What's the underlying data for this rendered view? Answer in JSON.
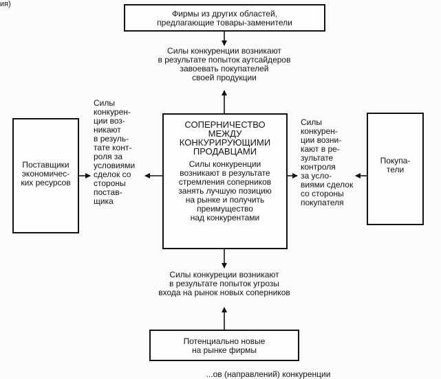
{
  "top_partial": "ия)",
  "nodes": {
    "top": "Фирмы из других областей,\nпредлагающие товары-заменители",
    "left": "Поставщики\nэкономичес-\nких ресурсов",
    "right": "Покупа-\nтели",
    "bottom": "Потенциально новые\nна рынке фирмы",
    "center_title": "СОПЕРНИЧЕСТВО\nМЕЖДУ\nКОНКУРИРУЮЩИМИ\nПРОДАВЦАМИ",
    "center_body": "Силы конкуренции\nвозникают в результате\nстремления соперников\nзанять лучшую позицию\nна рынке и получить\nпреимущество\nнад конкурентами"
  },
  "forces": {
    "top": "Силы конкуренции возникают\nв результате попыток аутсайдеров\nзавоевать покупателей\nсвоей продукции",
    "left": "Силы\nконкурен-\nции воз-\nникают\nв резуль-\nтате конт-\nроля за\nусловиями\nсделок со\nстороны\nпостав-\nщика",
    "right": "Силы\nконкурен-\nции возни-\nкают в ре-\nзультате\nконтроля\nза усло-\nвиями сделок\nсо стороны\nпокупателя",
    "bottom": "Силы конкуреции возникают\nв результате попыток угрозы\nвхода на рынок новых соперников"
  },
  "caption_partial": "...ов (направлений) конкуренции"
}
